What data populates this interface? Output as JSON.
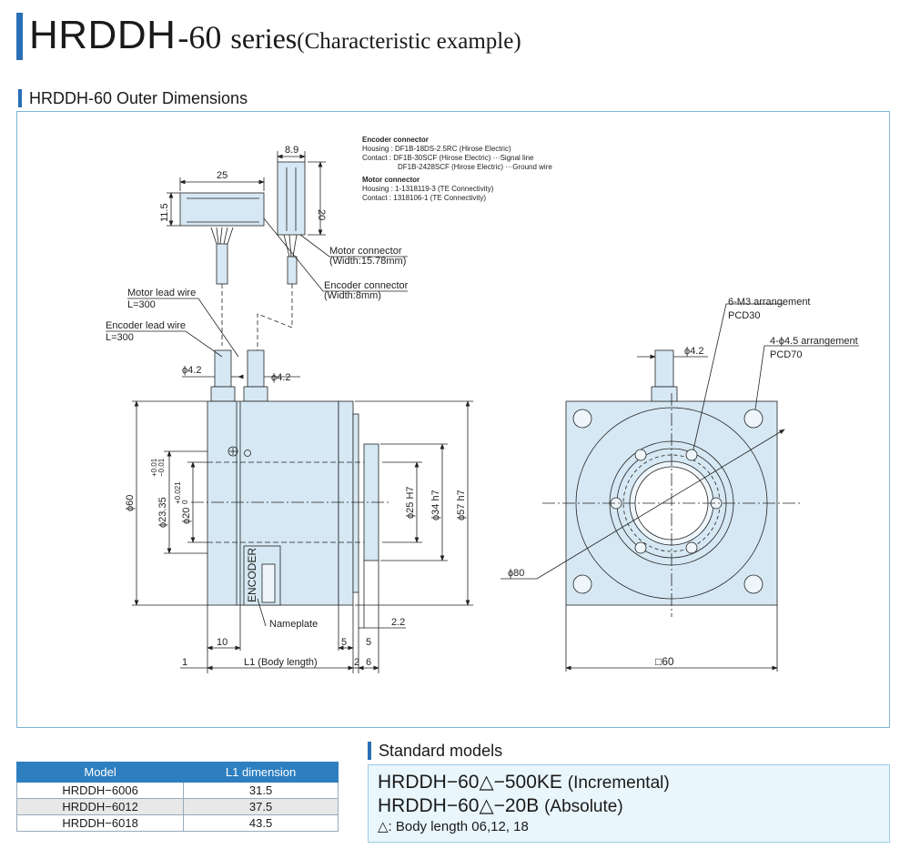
{
  "header": {
    "title_main": "HRDDH",
    "title_dash": "-60",
    "title_series": "series",
    "title_paren": "(Characteristic example)"
  },
  "outer_dimensions": {
    "section_title": "HRDDH-60 Outer Dimensions",
    "encoder_connector": {
      "heading": "Encoder connector",
      "housing": "Housing : DF1B-18DS-2.5RC (Hirose Electric)",
      "contact1": "Contact : DF1B-30SCF (Hirose Electric) ···Signal line",
      "contact2": "DF1B-2428SCF (Hirose Electric) ···Ground wire"
    },
    "motor_connector": {
      "heading": "Motor connector",
      "housing": "Housing : 1-1318119-3 (TE Connectivity)",
      "contact": "Contact : 1318106-1 (TE Connectivity)"
    },
    "labels": {
      "dim_8_9": "8.9",
      "dim_25": "25",
      "dim_11_5": "11.5",
      "dim_20": "20",
      "motor_conn_label": "Motor connector",
      "motor_conn_width": "(Width:15.78mm)",
      "enc_conn_label": "Encoder connector",
      "enc_conn_width": "(Width:8mm)",
      "motor_lead": "Motor lead wire",
      "motor_lead_len": "L=300",
      "enc_lead": "Encoder lead wire",
      "enc_lead_len": "L=300",
      "phi4_2_a": "ϕ4.2",
      "phi4_2_b": "ϕ4.2",
      "phi4_2_c": "ϕ4.2",
      "phi60": "ϕ60",
      "phi23_35": "ϕ23.35",
      "tol23_up": "+0.01",
      "tol23_lo": "−0.01",
      "phi20": "ϕ20",
      "tol20_up": "+0.021",
      "tol20_lo": "0",
      "phi25": "ϕ25 H7",
      "phi34": "ϕ34 h7",
      "phi57": "ϕ57 h7",
      "encoder_text": "ENCODER",
      "nameplate": "Nameplate",
      "dim_2_2": "2.2",
      "dim_10": "10",
      "dim_5a": "5",
      "dim_5b": "5",
      "dim_1": "1",
      "l1_body": "L1 (Body length)",
      "dim_2": "2",
      "dim_6": "6",
      "m3_arr": "6-M3 arrangement",
      "pcd30": "PCD30",
      "phi45_arr": "4-ϕ4.5 arrangement",
      "pcd70": "PCD70",
      "phi80": "ϕ80",
      "sq60": "□60"
    }
  },
  "model_table": {
    "headers": [
      "Model",
      "L1 dimension"
    ],
    "rows": [
      [
        "HRDDH−6006",
        "31.5"
      ],
      [
        "HRDDH−6012",
        "37.5"
      ],
      [
        "HRDDH−6018",
        "43.5"
      ]
    ]
  },
  "standard_models": {
    "section_title": "Standard models",
    "line1_code": "HRDDH−60△−500KE",
    "line1_type": "(Incremental)",
    "line2_code": "HRDDH−60△−20B",
    "line2_type": "(Absolute)",
    "note": "△: Body length   06,12, 18"
  },
  "colors": {
    "accent": "#2a6fb5",
    "table_header": "#2e7fc0",
    "body_fill": "#d6e8f3",
    "box_bg": "#e9f6fc"
  }
}
